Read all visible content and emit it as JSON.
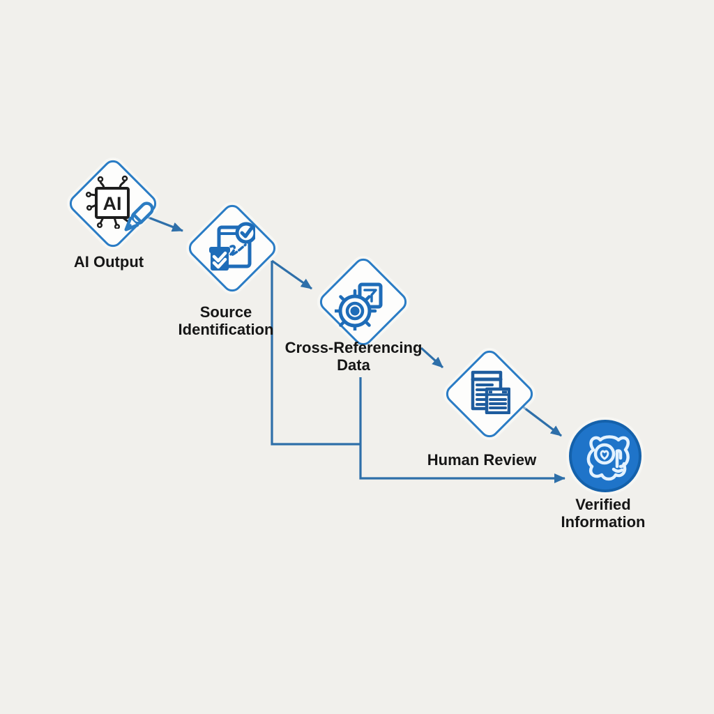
{
  "diagram": {
    "type": "flowchart",
    "nodes": [
      {
        "id": "ai-output",
        "label": "AI Output",
        "shape": "diamond",
        "icon": "ai-chip-pen-icon"
      },
      {
        "id": "source-identification",
        "label": "Source Identification",
        "shape": "diamond",
        "icon": "document-verify-icon"
      },
      {
        "id": "cross-referencing-data",
        "label": "Cross-Referencing Data",
        "shape": "diamond",
        "icon": "gear-document-icon"
      },
      {
        "id": "human-review",
        "label": "Human Review",
        "shape": "diamond",
        "icon": "stacked-documents-icon"
      },
      {
        "id": "verified-information",
        "label": "Verified Information",
        "shape": "circle",
        "icon": "verified-person-icon"
      }
    ],
    "edges": [
      {
        "from": "ai-output",
        "to": "source-identification",
        "style": "straight-arrow"
      },
      {
        "from": "source-identification",
        "to": "cross-referencing-data",
        "style": "straight-arrow"
      },
      {
        "from": "cross-referencing-data",
        "to": "human-review",
        "style": "straight-arrow"
      },
      {
        "from": "human-review",
        "to": "verified-information",
        "style": "straight-arrow"
      },
      {
        "from": "source-identification",
        "to": "verified-information",
        "style": "elbow"
      },
      {
        "from": "cross-referencing-data",
        "to": "verified-information",
        "style": "elbow-arrow"
      }
    ],
    "colors": {
      "background": "#f1f0ec",
      "diamond_border": "#2a7cc5",
      "diamond_fill": "#fdfdfc",
      "connector": "#2e6fa9",
      "icon_blue": "#1e6cb8",
      "icon_dark_blue": "#1e5c9e",
      "icon_black": "#1d1d1d",
      "circle_fill": "#1f74c9",
      "circle_border": "#1461ab",
      "label_text": "#161616"
    }
  }
}
